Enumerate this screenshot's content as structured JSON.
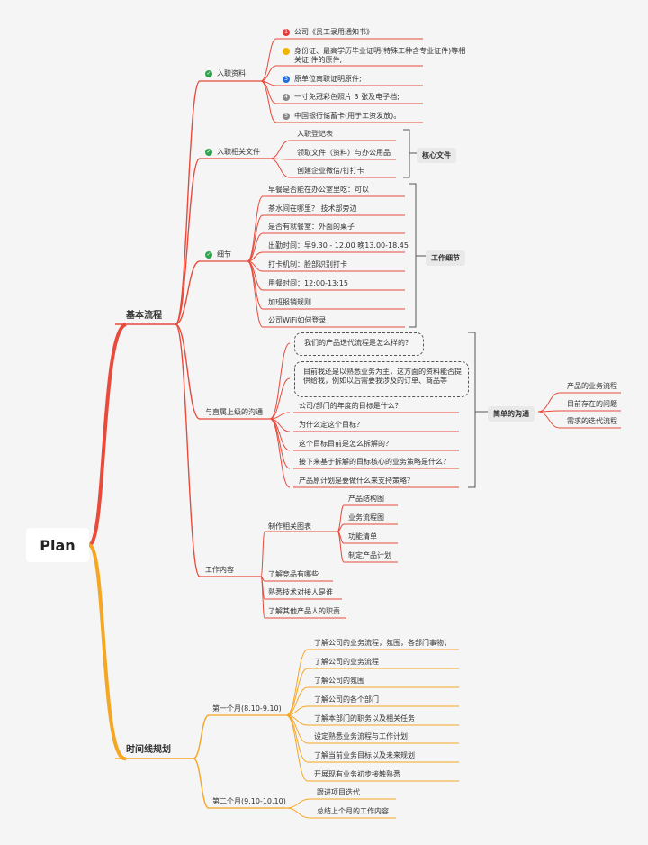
{
  "root": "Plan",
  "basic": {
    "title": "基本流程",
    "onboard_docs": {
      "label": "入职资料",
      "items": [
        {
          "num": "1",
          "color": "#e53935",
          "text": "公司《员工录用通知书》"
        },
        {
          "num": "2",
          "color": "#f2b400",
          "text": "身份证、最高学历毕业证明(特殊工种含专业证件)等相关证 件的原件;"
        },
        {
          "num": "3",
          "color": "#1e6fd9",
          "text": "原单位离职证明原件;"
        },
        {
          "num": "4",
          "color": "#888888",
          "text": "一寸免冠彩色照片 3 张及电子档;"
        },
        {
          "num": "5",
          "color": "#888888",
          "text": "中国银行储蓄卡(用于工资发放)。"
        }
      ]
    },
    "onboard_files": {
      "label": "入职相关文件",
      "items": [
        "入职登记表",
        "领取文件（资料）与办公用品",
        "创建企业微信/钉打卡"
      ],
      "tag": "核心文件"
    },
    "details": {
      "label": "细节",
      "items": [
        "早餐是否能在办公室里吃：可以",
        "茶水间在哪里？ 技术部旁边",
        "是否有就餐室：外面的桌子",
        "出勤时间：早9.30 - 12.00 晚13.00-18.45",
        "打卡机制：脸部识别打卡",
        "用餐时间：12:00-13:15",
        "加班报销规则",
        "公司WiFi如何登录"
      ],
      "tag": "工作细节"
    },
    "communication": {
      "label": "与直属上级的沟通",
      "question": "我们的产品迭代流程是怎么样的？",
      "answer": "目前我还是以熟悉业务为主，这方面的资料能否提供给我，例如以后需要我涉及的订单、商品等",
      "items": [
        "公司/部门的年度的目标是什么？",
        "为什么定这个目标？",
        "这个目标目前是怎么拆解的？",
        "接下来基于拆解的目标核心的业务策略是什么？",
        "产品原计划是要做什么来支持策略？"
      ],
      "tag": "简单的沟通",
      "sub": [
        "产品的业务流程",
        "目前存在的问题",
        "需求的迭代流程"
      ]
    },
    "work": {
      "label": "工作内容",
      "charts_label": "制作相关图表",
      "charts": [
        "产品结构图",
        "业务流程图",
        "功能清单",
        "制定产品计划"
      ],
      "items": [
        "了解竞品有哪些",
        "熟悉技术对接人是谁",
        "了解其他产品人的职责"
      ]
    }
  },
  "timeline": {
    "title": "时间线规划",
    "month1": {
      "label": "第一个月(8.10-9.10)",
      "items": [
        "了解公司的业务流程，氛围，各部门事物；",
        "了解公司的业务流程",
        "了解公司的氛围",
        "了解公司的各个部门",
        "了解本部门的职务以及相关任务",
        "设定熟悉业务流程与工作计划",
        "了解当前业务目标以及未来规划",
        "开展现有业务初步接触熟悉"
      ]
    },
    "month2": {
      "label": "第二个月(9.10-10.10)",
      "items": [
        "跟进项目迭代",
        "总结上个月的工作内容"
      ]
    }
  },
  "colors": {
    "red": "#e84a3c",
    "orange": "#f5a623",
    "line": "#555555",
    "check": "#2ea44f"
  }
}
